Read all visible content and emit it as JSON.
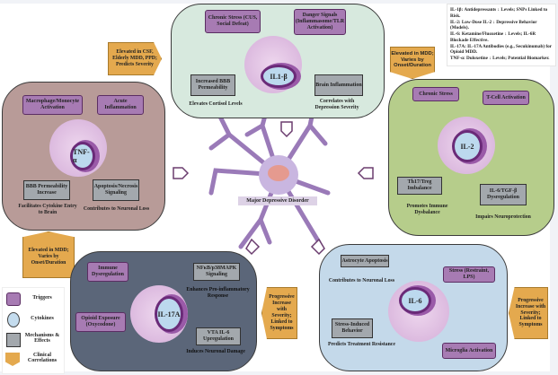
{
  "center": {
    "label": "Major Depressive Disorder"
  },
  "il1b": {
    "cytokine": "IL1-β",
    "triggers": [
      "Chronic Stress (CUS, Social Defeat)",
      "Danger Signals (Inflammasome/TLR Activation)"
    ],
    "mechanisms": [
      "Increased BBB Permeability",
      "Brain Inflammation"
    ],
    "effects": [
      "Elevates Cortisol Levels",
      "Correlates with Depression Severity"
    ],
    "callout": "Elevated in CSF, Elderly MDD, PPD; Predicts Severity",
    "color": "#d7e9de"
  },
  "tnf": {
    "cytokine": "TNF-α",
    "triggers": [
      "Macrophage/Monocyte Activation",
      "Acute Inflammation"
    ],
    "mechanisms": [
      "BBB Permeability Increase",
      "Apoptosis/Necrosis Signaling"
    ],
    "effects": [
      "Facilitates Cytokine Entry to Brain",
      "Contributes to Neuronal Loss"
    ],
    "callout": "Elevated in MDD; Varies by Onset/Duration",
    "color": "#b89b98"
  },
  "il2": {
    "cytokine": "IL-2",
    "triggers": [
      "Chronic Stress",
      "T-Cell Activation"
    ],
    "mechanisms": [
      "Th17/Treg Imbalance",
      "IL-6/TGF-β Dysregulation"
    ],
    "effects": [
      "Promotes Immune Dysbalance",
      "Impairs Neuroprotection"
    ],
    "callout": "Elevated in MDD; Varies by Onset/Duration",
    "color": "#b6cd8b"
  },
  "il17a": {
    "cytokine": "IL-17A",
    "triggers": [
      "Immune Dysregulation",
      "Opioid Exposure (Oxycodone)"
    ],
    "mechanisms": [
      "NFκB/p38MAPK Signaling",
      "VTA IL-6 Upregulation"
    ],
    "effects": [
      "Enhances Pro-inflammatory Response",
      "Induces Neuronal Damage"
    ],
    "callout": "Progressive Increase with Severity; Linked to Symptoms",
    "color": "#5b6679"
  },
  "il6": {
    "cytokine": "IL-6",
    "triggers": [
      "Stress (Restraint, LPS)",
      "Microglia Activation"
    ],
    "mechanisms": [
      "Astrocyte Apoptosis",
      "Stress-Induced Behavior"
    ],
    "effects": [
      "Contributes to Neuronal Loss",
      "Predicts Treatment Resistance"
    ],
    "callout": "Progressive Increase with Severity; Linked to Symptoms",
    "color": "#c4d9ea"
  },
  "therapy_notes": [
    "IL-1β: Antidepressants ↓ Levels; SNPs Linked to Risk.",
    "IL-2: Low-Dose IL-2 ↓ Depressive Behavior (Models).",
    "IL-6: Ketamine/Fluoxetine ↓ Levels; IL-6R Blockade Effective.",
    "IL-17A: IL-17A Antibodies (e.g., Secukinumab) for Opioid MDD.",
    "TNF-α: Duloxetine ↓ Levels; Potential Biomarker."
  ],
  "legend": {
    "items": [
      "Triggers",
      "Cytokines",
      "Mechanisms & Effects",
      "Clinical Correlations"
    ]
  }
}
